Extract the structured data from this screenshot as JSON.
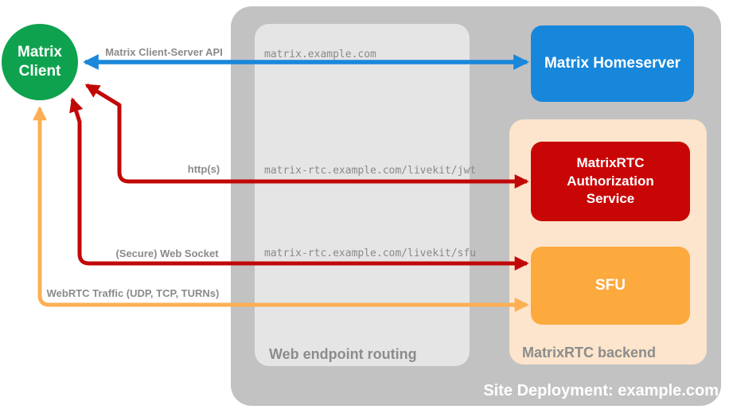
{
  "title": "MatrixRTC site deployment diagram",
  "client": {
    "label": "Matrix\nClient",
    "color": "#0FA24E"
  },
  "containers": {
    "site": {
      "label": "Site Deployment: example.com",
      "bg": "#C2C2C2",
      "label_color": "#FFFFFF"
    },
    "routing": {
      "label": "Web endpoint routing",
      "bg": "#E5E5E5",
      "label_color": "#8C8C8C"
    },
    "backend": {
      "label": "MatrixRTC backend",
      "bg": "#FCE5CC",
      "label_color": "#8C8C8C"
    }
  },
  "nodes": {
    "homeserver": {
      "label": "Matrix Homeserver",
      "bg": "#1787DB"
    },
    "auth": {
      "label": "MatrixRTC Authorization Service",
      "bg": "#C90606"
    },
    "sfu": {
      "label": "SFU",
      "bg": "#FCA93E"
    }
  },
  "edges": [
    {
      "name": "matrix-client-server-api",
      "label": "Matrix Client-Server API",
      "endpoint": "matrix.example.com",
      "color": "#1A87DB",
      "from": "Matrix Client",
      "to": "Matrix Homeserver",
      "bidirectional": true
    },
    {
      "name": "https",
      "label": "http(s)",
      "endpoint": "matrix-rtc.example.com/livekit/jwt",
      "color": "#C10808",
      "from": "Matrix Client",
      "to": "MatrixRTC Authorization Service",
      "bidirectional": true
    },
    {
      "name": "secure-web-socket",
      "label": "(Secure) Web Socket",
      "endpoint": "matrix-rtc.example.com/livekit/sfu",
      "color": "#C10808",
      "from": "Matrix Client",
      "to": "SFU",
      "bidirectional": true
    },
    {
      "name": "webrtc-traffic",
      "label": "WebRTC Traffic (UDP, TCP, TURNs)",
      "endpoint": "",
      "color": "#FBAF54",
      "from": "Matrix Client",
      "to": "SFU",
      "bidirectional": true
    }
  ]
}
